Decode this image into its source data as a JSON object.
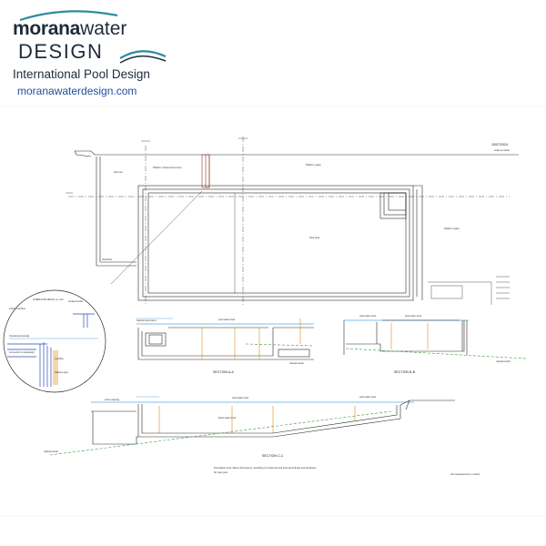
{
  "logo": {
    "brand_bold": "morana",
    "brand_light": "water",
    "brand_design": "DESIGN",
    "tagline": "International Pool Design",
    "url": "moranawaterdesign.com",
    "colors": {
      "text": "#1e2b3a",
      "url": "#1f4e9c",
      "wave": "#2a8c9c"
    }
  },
  "drawing": {
    "date": "15/07/2024",
    "section_labels": [
      "SECTION A-A",
      "SECTION B-B",
      "SECTION C-C"
    ],
    "detail_title": "OVERFLOW DETAIL sc 1:20",
    "colors": {
      "line": "#2a2a2a",
      "water": "#5aa9e6",
      "ground": "#3a9a3a",
      "dims": "#e08a1e",
      "brick": "#8a3a2a",
      "detail_blue": "#2a4ab0"
    }
  }
}
